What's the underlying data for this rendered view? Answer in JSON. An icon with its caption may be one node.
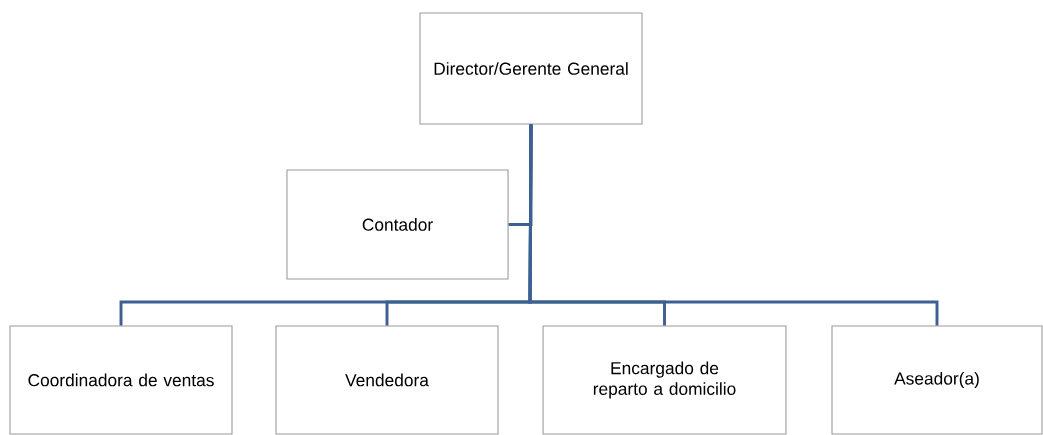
{
  "diagram": {
    "nodes": [
      {
        "text": [
          "Director/Gerente General"
        ]
      },
      {
        "text": [
          "Contador"
        ]
      },
      {
        "text": [
          "Coordinadora de ventas"
        ]
      },
      {
        "text": [
          "Vendedora"
        ]
      },
      {
        "text": [
          "Encargado de reparto a domicilio"
        ]
      },
      {
        "text": [
          "Aseador(a)"
        ]
      }
    ],
    "edges": [
      {
        "from": 0,
        "to": 1,
        "arrow": "none"
      },
      {
        "from": 0,
        "to": 2,
        "arrow": "none"
      },
      {
        "from": 0,
        "to": 3,
        "arrow": "none"
      },
      {
        "from": 0,
        "to": 4,
        "arrow": "none"
      },
      {
        "from": 0,
        "to": 5,
        "arrow": "none"
      }
    ]
  }
}
